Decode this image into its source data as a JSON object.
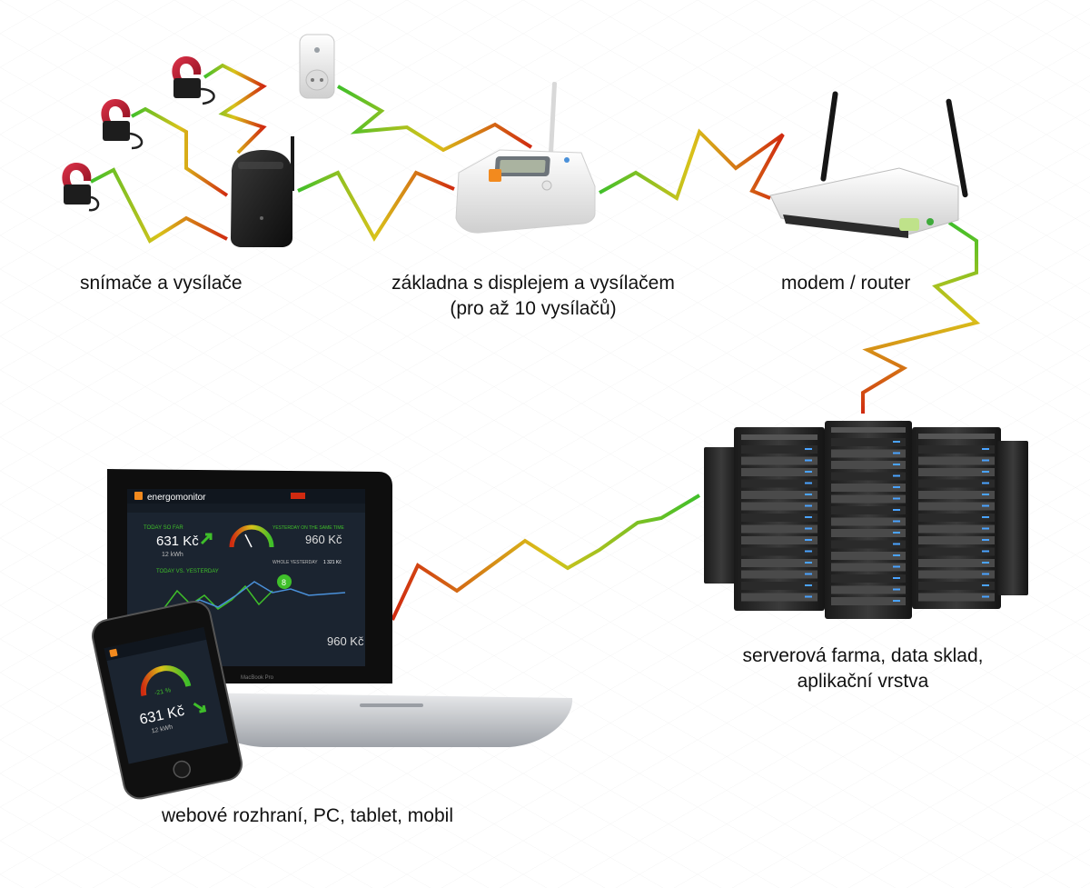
{
  "labels": {
    "sensors": "snímače a vysílače",
    "base_line1": "základna s displejem a vysílačem",
    "base_line2": "(pro až 10 vysílačů)",
    "router": "modem / router",
    "servers_line1": "serverová farma, data sklad,",
    "servers_line2": "aplikační vrstva",
    "clients": "webové rozhraní, PC, tablet, mobil"
  },
  "app": {
    "brand": "energomonitor",
    "today_so_far": "TODAY SO FAR",
    "today_value": "631 Kč",
    "today_kwh": "12 kWh",
    "yesterday_label": "YESTERDAY ON THE SAME TIME",
    "yesterday_value": "960 Kč",
    "today_vs": "TODAY VS. YESTERDAY",
    "whole_yesterday": "WHOLE YESTERDAY",
    "whole_yesterday_value": "1 321 Kč",
    "pin_value": "8",
    "phone_percent": "-21 %",
    "phone_value": "631 Kč",
    "phone_kwh": "12 kWh",
    "laptop_model": "MacBook Pro"
  },
  "colors": {
    "wave_green": "#3fbf2a",
    "wave_yellow": "#d9c21a",
    "wave_red": "#d02a10",
    "screen_bg": "#1b2430",
    "accent_orange": "#f28a1e"
  }
}
